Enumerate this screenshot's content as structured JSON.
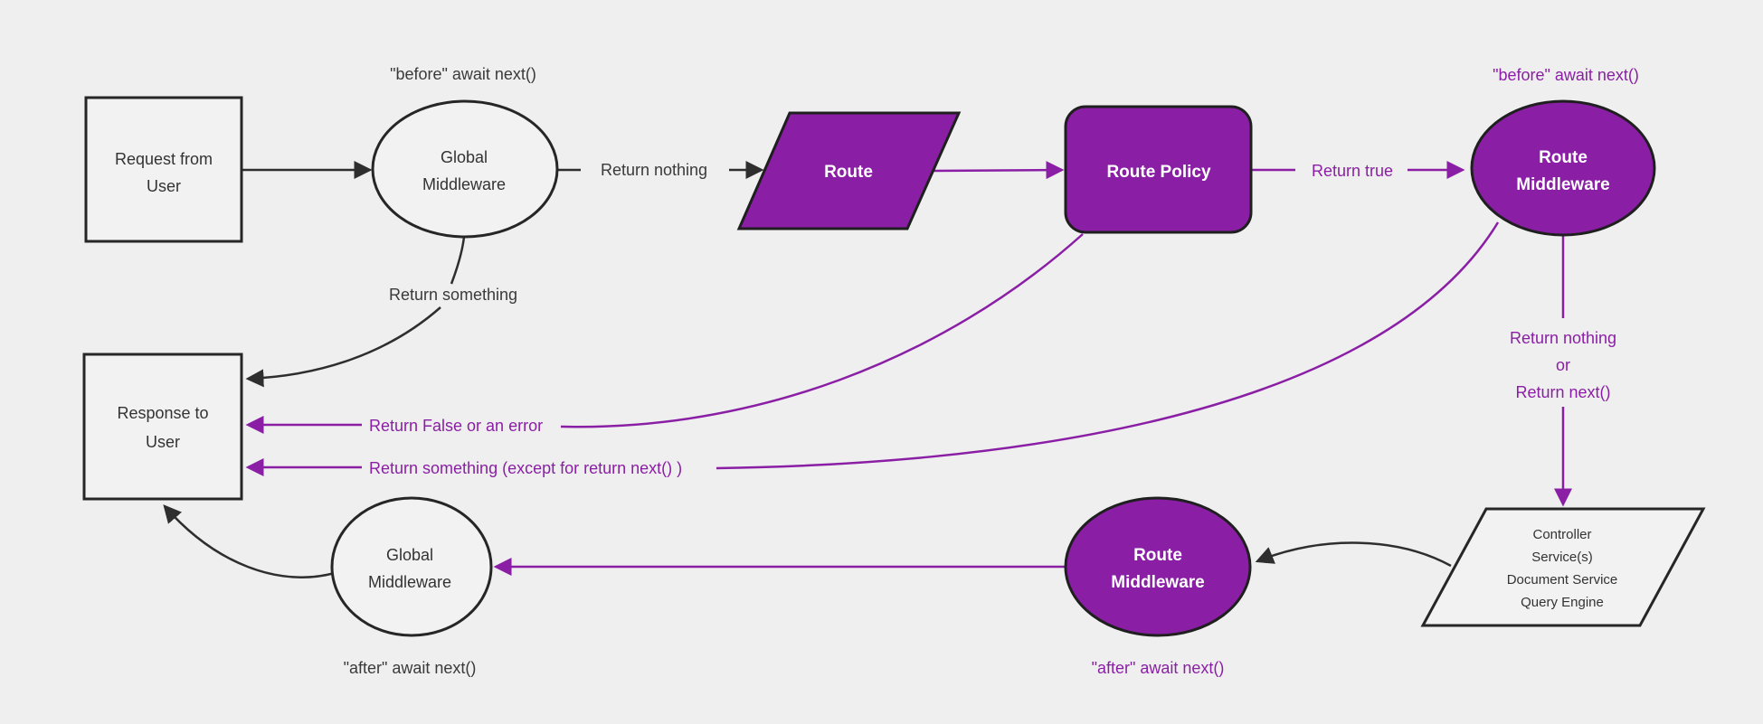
{
  "diagram": {
    "title": "middleware-request-response-flow",
    "colors": {
      "background": "#efefef",
      "purple_fill": "#8A1FA5",
      "purple_text": "#8A1FA5",
      "dark_stroke": "#2e2e2e",
      "dark_text": "#333333",
      "light_fill": "#f2f2f2",
      "white_text": "#ffffff"
    },
    "nodes": {
      "request": {
        "lines": [
          "Request from",
          "User"
        ]
      },
      "global_mw_top": {
        "lines": [
          "Global",
          "Middleware"
        ]
      },
      "route": {
        "lines": [
          "Route"
        ]
      },
      "route_policy": {
        "lines": [
          "Route Policy"
        ]
      },
      "route_mw_top": {
        "lines": [
          "Route",
          "Middleware"
        ]
      },
      "controller": {
        "lines": [
          "Controller",
          "Service(s)",
          "Document Service",
          "Query Engine"
        ]
      },
      "route_mw_bottom": {
        "lines": [
          "Route",
          "Middleware"
        ]
      },
      "global_mw_bottom": {
        "lines": [
          "Global",
          "Middleware"
        ]
      },
      "response": {
        "lines": [
          "Response to",
          "User"
        ]
      }
    },
    "labels": {
      "before_global": "\"before\" await next()",
      "return_nothing": "Return nothing",
      "return_true": "Return true",
      "before_route": "\"before\" await next()",
      "return_nothing_or": {
        "lines": [
          "Return nothing",
          "or",
          "Return next()"
        ]
      },
      "return_something": "Return something",
      "return_false": "Return False or an error",
      "return_something_except": "Return something (except for return next() )",
      "after_route": "\"after\" await next()",
      "after_global": "\"after\" await next()"
    }
  }
}
